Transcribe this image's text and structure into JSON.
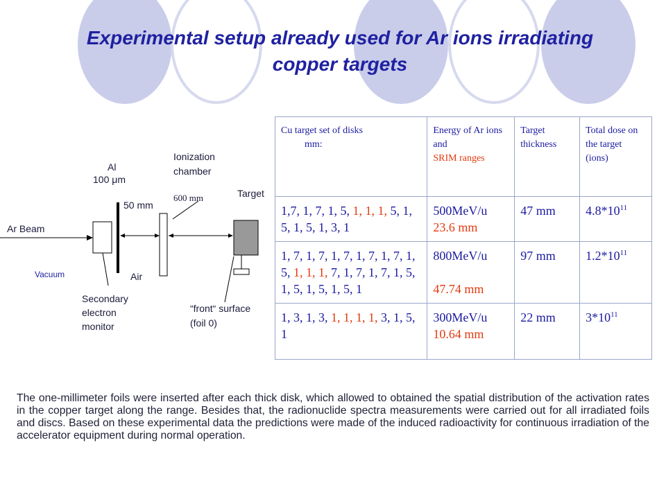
{
  "title": {
    "line1": "Experimental setup already used for Ar ions irradiating",
    "line2": "copper targets"
  },
  "colors": {
    "title": "#1f21a0",
    "table_text": "#1a1aa0",
    "highlight": "#e2390f",
    "deco_filled": "#c9cdea",
    "deco_ring": "#d6d9ee"
  },
  "diagram": {
    "al_label": "Al",
    "al_thickness": "100 μm",
    "ionization_label_1": "Ionization",
    "ionization_label_2": "chamber",
    "distance_50": "50 mm",
    "distance_600": "600 mm",
    "target_label": "Target",
    "beam_label": "Ar Beam",
    "vacuum_label": "Vacuum",
    "air_label": "Air",
    "monitor_label_1": "Secondary",
    "monitor_label_2": "electron",
    "monitor_label_3": "monitor",
    "front_label_1": "“front“ surface",
    "front_label_2": "(foil 0)"
  },
  "table": {
    "headers": {
      "col1_line1": "Cu target set of disks",
      "col1_line2": "mm:",
      "col2_line1": "Energy of Ar ions and",
      "col2_line2": "SRIM ranges",
      "col3": "Target thickness",
      "col4": "Total dose on the target (ions)"
    },
    "rows": [
      {
        "disks_a": "1,7, 1, 7, 1, 5, ",
        "disks_red": "1, 1, 1,",
        "disks_b": " 5, 1, 5, 1, 5, 1, 3, 1",
        "energy": "500MeV/u",
        "range": "23.6 mm",
        "thickness": "47 mm",
        "dose_base": "4.8*10",
        "dose_exp": "11"
      },
      {
        "disks_a": "1, 7, 1, 7, 1, 7, 1, 7, 1, 7, 1, 5, ",
        "disks_red": "1, 1, 1,",
        "disks_b": "  7, 1, 7, 1, 7, 1, 5, 1, 5, 1, 5, 1, 5, 1",
        "energy": "800MeV/u",
        "range": "47.74 mm",
        "thickness": "97 mm",
        "dose_base": "1.2*10",
        "dose_exp": "11"
      },
      {
        "disks_a": "1, 3, 1, 3, ",
        "disks_red": "1, 1, 1, 1,",
        "disks_b": " 3, 1, 5, 1",
        "energy": "300MeV/u",
        "range": "10.64 mm",
        "thickness": "22 mm",
        "dose_base": "3*10",
        "dose_exp": "11"
      }
    ]
  },
  "body_text": "The one-millimeter foils were inserted after each thick disk, which allowed to obtained the spatial distribution of the activation rates in the copper target along the range. Besides that, the radionuclide spectra measurements were carried out for all irradiated foils and discs. Based on these experimental data the predictions were made of the induced radioactivity for continuous irradiation of the accelerator equipment during normal operation."
}
